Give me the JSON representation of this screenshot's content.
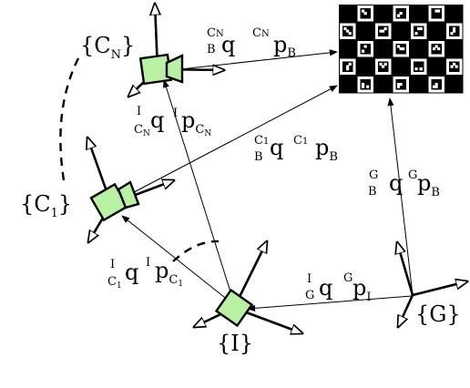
{
  "frames": {
    "cn": "{C",
    "cn_sub": "N",
    "cn_close": "}",
    "c1": "{C",
    "c1_sub": "1",
    "c1_close": "}",
    "imu": "{I}",
    "global": "{G}"
  },
  "transforms": {
    "cn_b": {
      "q_pre": "C",
      "q_pre_sub": "N",
      "q_base": "B",
      "q": "q",
      "p_pre": "C",
      "p_pre_sub": "N",
      "p": "p",
      "p_sub": "B"
    },
    "i_cn": {
      "q_pre": "I",
      "q_base": "C",
      "q_base_sub": "N",
      "q": "q",
      "p_pre": "I",
      "p": "p",
      "p_sub": "C",
      "p_sub_sub": "N"
    },
    "c1_b": {
      "q_pre": "C",
      "q_pre_sub": "1",
      "q_base": "B",
      "q": "q",
      "p_pre": "C",
      "p_pre_sub": "1",
      "p": "p",
      "p_sub": "B"
    },
    "g_b": {
      "q_pre": "G",
      "q_base": "B",
      "q": "q",
      "p_pre": "G",
      "p": "p",
      "p_sub": "B"
    },
    "i_c1": {
      "q_pre": "I",
      "q_base": "C",
      "q_base_sub": "1",
      "q": "q",
      "p_pre": "I",
      "p": "p",
      "p_sub": "C",
      "p_sub_sub": "1"
    },
    "g_i": {
      "q_pre": "I",
      "q_base": "G",
      "q": "q",
      "p_pre": "G",
      "p": "p",
      "p_sub": "I"
    }
  },
  "colors": {
    "camera_fill": "#b8f0a4",
    "ink": "#000000"
  },
  "icons": [
    "camera-icon",
    "imu-icon",
    "checkerboard-target"
  ]
}
